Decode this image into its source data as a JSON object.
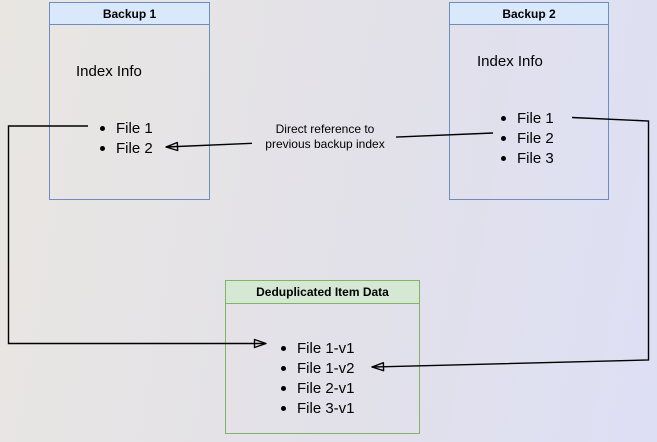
{
  "canvas": {
    "background_from": "#e9e6e2",
    "background_to": "#dddff5",
    "arrow_color": "#000000"
  },
  "backup1": {
    "title": "Backup 1",
    "section_label": "Index Info",
    "files": [
      "File 1",
      "File 2"
    ],
    "header_fill": "#dae8fc",
    "border_color": "#6d8cbf"
  },
  "backup2": {
    "title": "Backup 2",
    "section_label": "Index Info",
    "files": [
      "File 1",
      "File 2",
      "File 3"
    ],
    "header_fill": "#dae8fc",
    "border_color": "#6d8cbf"
  },
  "dedup": {
    "title": "Deduplicated Item Data",
    "files": [
      "File 1-v1",
      "File 1-v2",
      "File 2-v1",
      "File 3-v1"
    ],
    "header_fill": "#d5e8d4",
    "border_color": "#82b366"
  },
  "annotation": {
    "line1": "Direct reference to",
    "line2": "previous backup index"
  }
}
